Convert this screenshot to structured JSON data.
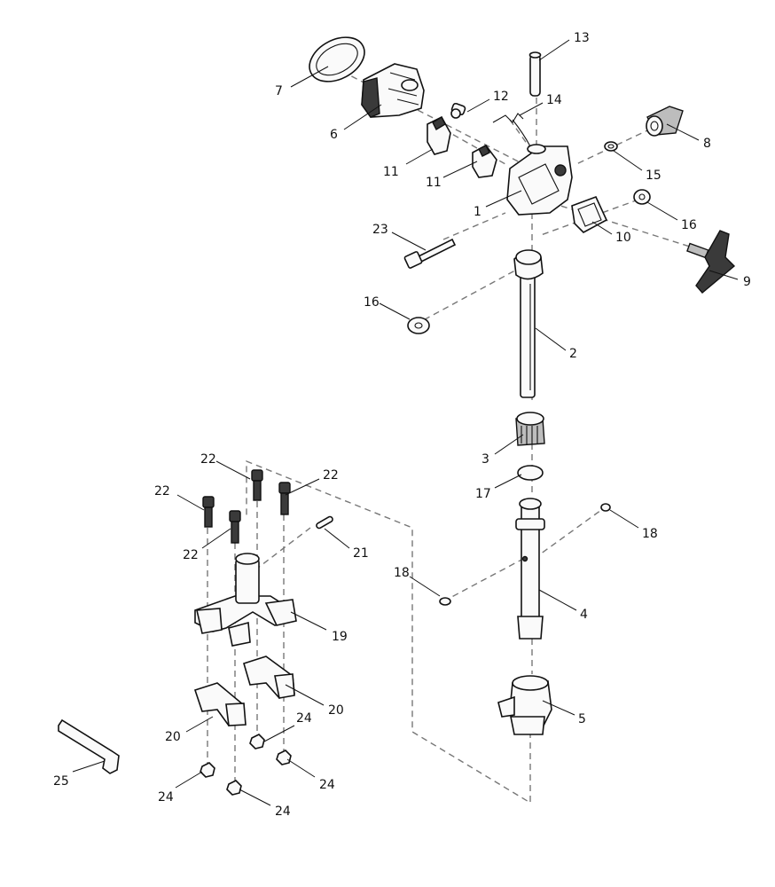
{
  "labels": {
    "p1": "1",
    "p2": "2",
    "p3": "3",
    "p4": "4",
    "p5": "5",
    "p6": "6",
    "p7": "7",
    "p8": "8",
    "p9": "9",
    "p10": "10",
    "p11a": "11",
    "p11b": "11",
    "p12": "12",
    "p13": "13",
    "p14": "14",
    "p15": "15",
    "p16a": "16",
    "p16b": "16",
    "p17": "17",
    "p18a": "18",
    "p18b": "18",
    "p19": "19",
    "p20a": "20",
    "p20b": "20",
    "p21": "21",
    "p22a": "22",
    "p22b": "22",
    "p22c": "22",
    "p22d": "22",
    "p23": "23",
    "p24a": "24",
    "p24b": "24",
    "p24c": "24",
    "p24d": "24",
    "p25": "25"
  }
}
